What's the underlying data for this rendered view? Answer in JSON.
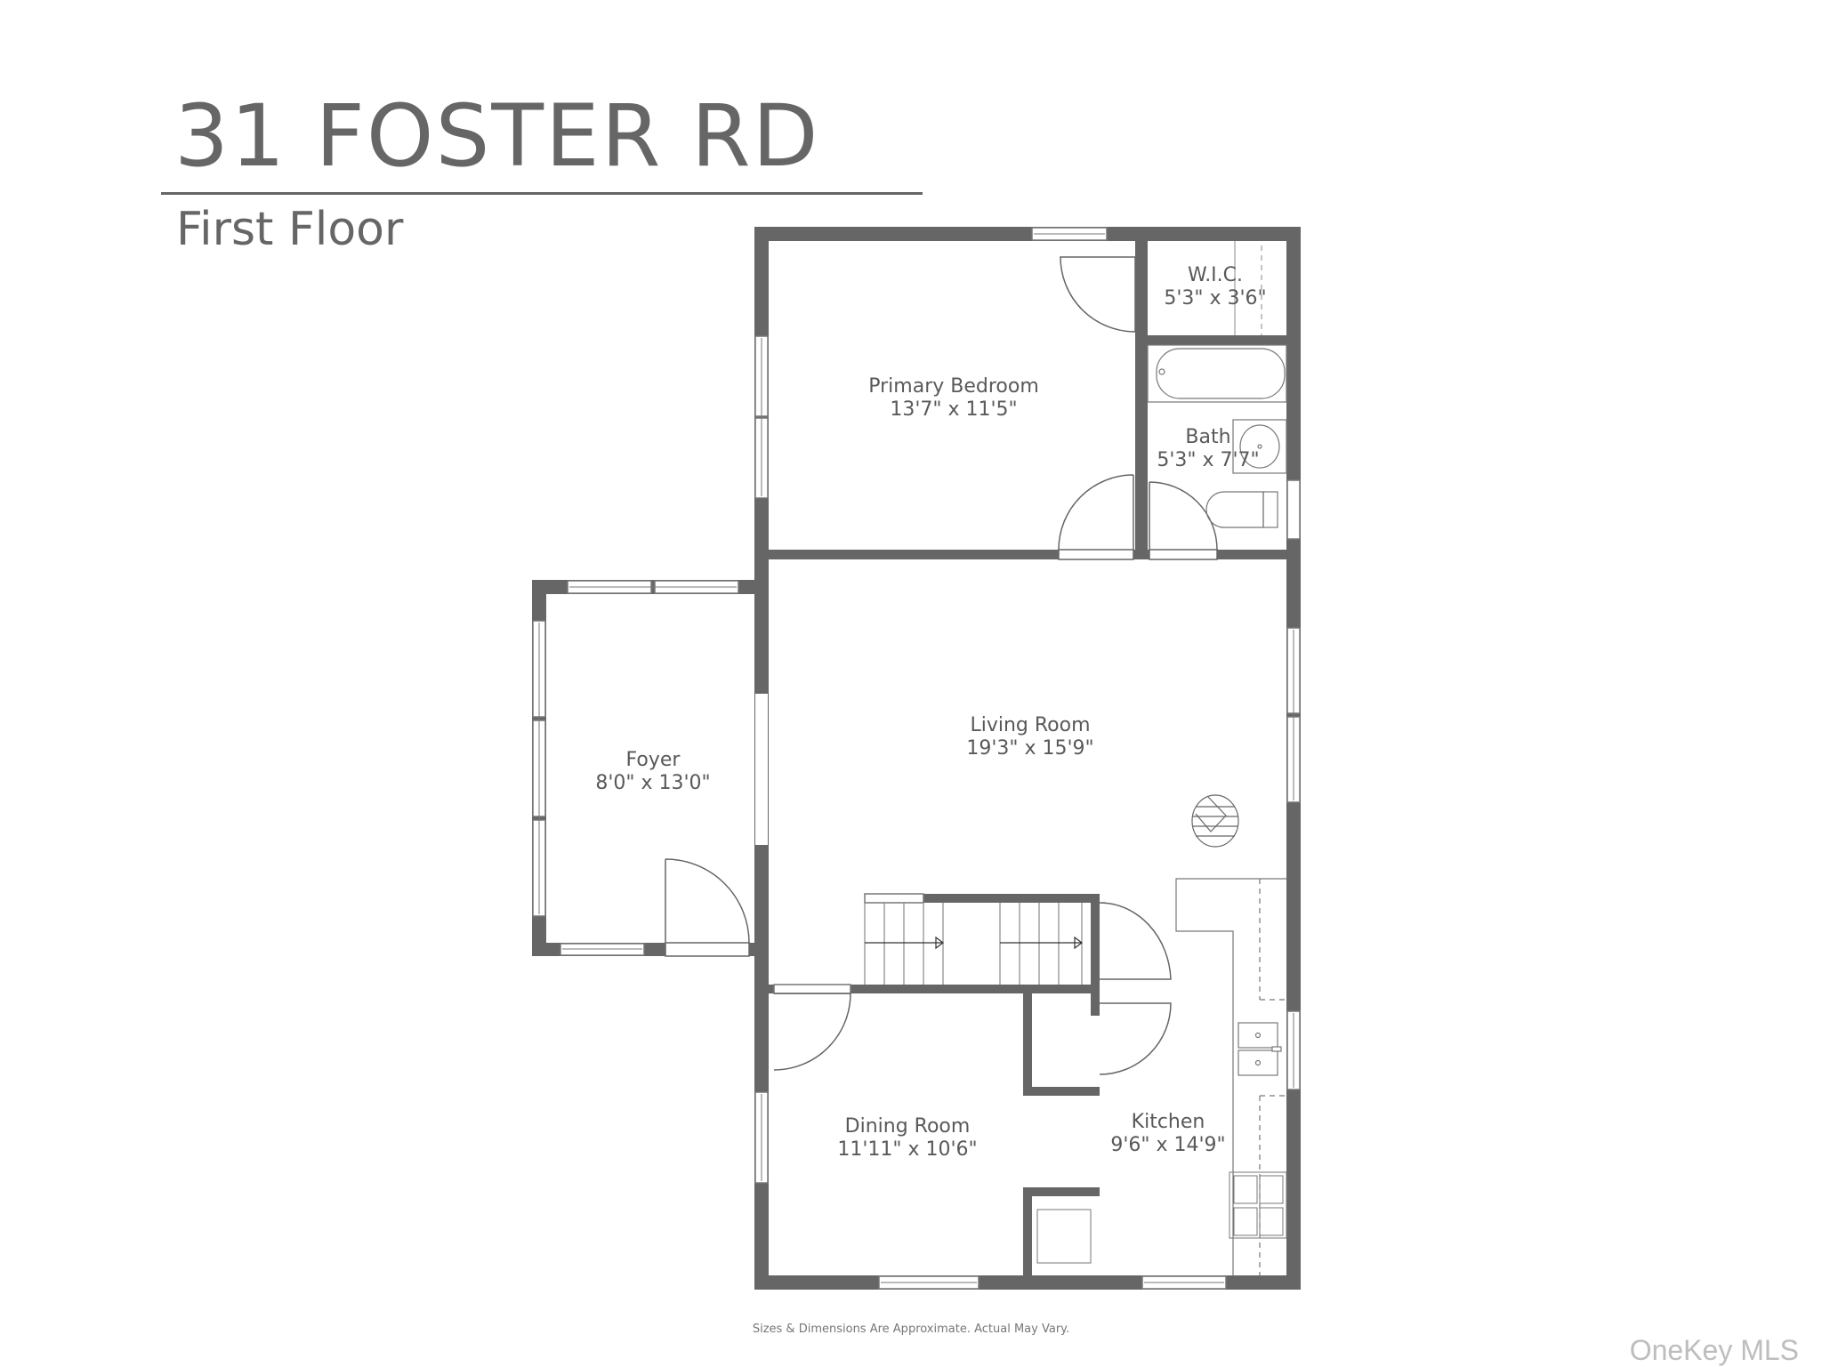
{
  "header": {
    "address": "31 FOSTER RD",
    "floor": "First Floor"
  },
  "colors": {
    "wall": "#666666",
    "text": "#666666",
    "background": "#ffffff"
  },
  "rooms": [
    {
      "name": "Primary Bedroom",
      "dims": "13'7\" x 11'5\""
    },
    {
      "name": "W.I.C.",
      "dims": "5'3\" x 3'6\""
    },
    {
      "name": "Bath",
      "dims": "5'3\" x 7'7\""
    },
    {
      "name": "Foyer",
      "dims": "8'0\" x 13'0\""
    },
    {
      "name": "Living Room",
      "dims": "19'3\" x 15'9\""
    },
    {
      "name": "Dining Room",
      "dims": "11'11\" x 10'6\""
    },
    {
      "name": "Kitchen",
      "dims": "9'6\" x 14'9\""
    }
  ],
  "footer": {
    "disclaimer": "Sizes & Dimensions Are Approximate. Actual May Vary.",
    "watermark": "OneKey MLS"
  }
}
